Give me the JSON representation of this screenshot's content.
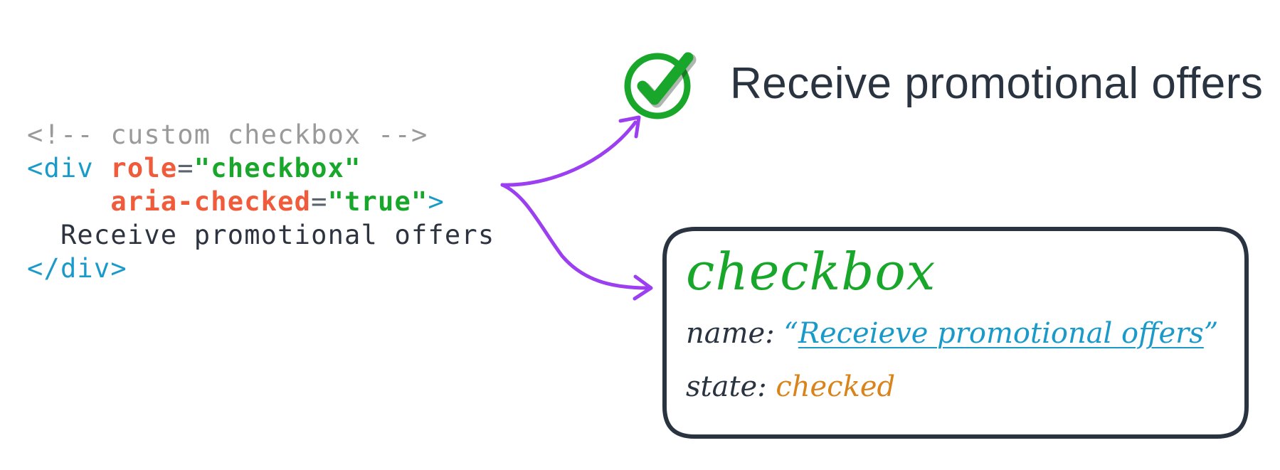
{
  "code_snippet": {
    "comment": "<!-- custom checkbox -->",
    "open_tag_start": "<div",
    "attr_role_name": "role",
    "attr_role_value": "\"checkbox\"",
    "attr_aria_name": "aria-checked",
    "attr_aria_value": "\"true\"",
    "open_tag_end": ">",
    "equals": "=",
    "inner_text": "Receive promotional offers",
    "close_tag": "</div>"
  },
  "rendered_checkbox": {
    "label": "Receive promotional offers",
    "checked": true,
    "icon": "check-circle-icon"
  },
  "accessibility_tree": {
    "role": "checkbox",
    "name_label": "name:",
    "name_value": "Receieve promotional offers",
    "open_quote": "“",
    "close_quote": "”",
    "state_label": "state:",
    "state_value": "checked"
  },
  "colors": {
    "tag": "#1a9ac9",
    "attribute": "#ef5b3b",
    "value": "#18a72a",
    "arrow": "#9b3ff0",
    "state": "#d9841b"
  }
}
